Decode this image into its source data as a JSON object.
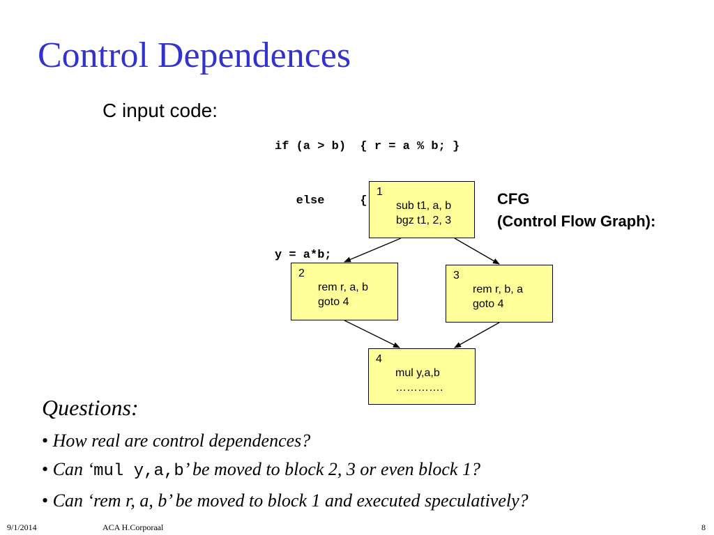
{
  "slide": {
    "title": "Control Dependences",
    "code_label": "C input code:",
    "code_lines": [
      "if (a > b)  { r = a % b; }",
      "   else     { r = b % a; }",
      "y = a*b;"
    ]
  },
  "cfg": {
    "label_line1": "CFG",
    "label_line2": "(Control Flow Graph):",
    "blocks": [
      {
        "id": "1",
        "instrs": [
          "sub t1, a, b",
          "bgz t1, 2, 3"
        ]
      },
      {
        "id": "2",
        "instrs": [
          "rem r, a, b",
          "goto 4"
        ]
      },
      {
        "id": "3",
        "instrs": [
          "rem r, b, a",
          "goto 4"
        ]
      },
      {
        "id": "4",
        "instrs": [
          "mul y,a,b",
          "…………."
        ]
      }
    ],
    "edges": [
      [
        "1",
        "2"
      ],
      [
        "1",
        "3"
      ],
      [
        "2",
        "4"
      ],
      [
        "3",
        "4"
      ]
    ],
    "colors": {
      "block_fill": "#ffff99",
      "edge": "#000000"
    }
  },
  "questions": {
    "heading": "Questions:",
    "bullet_glyph": "•",
    "q1": "How real are control dependences?",
    "q2_before": "Can ‘",
    "q2_code": "mul y,a,b",
    "q2_after": "’ be moved to block 2, 3 or even block 1?",
    "q3": "Can ‘rem r, a, b’ be moved to block 1 and executed speculatively?"
  },
  "footer": {
    "date": "9/1/2014",
    "author": "ACA H.Corporaal",
    "page": "8"
  },
  "colors": {
    "title": "#3333cc"
  }
}
